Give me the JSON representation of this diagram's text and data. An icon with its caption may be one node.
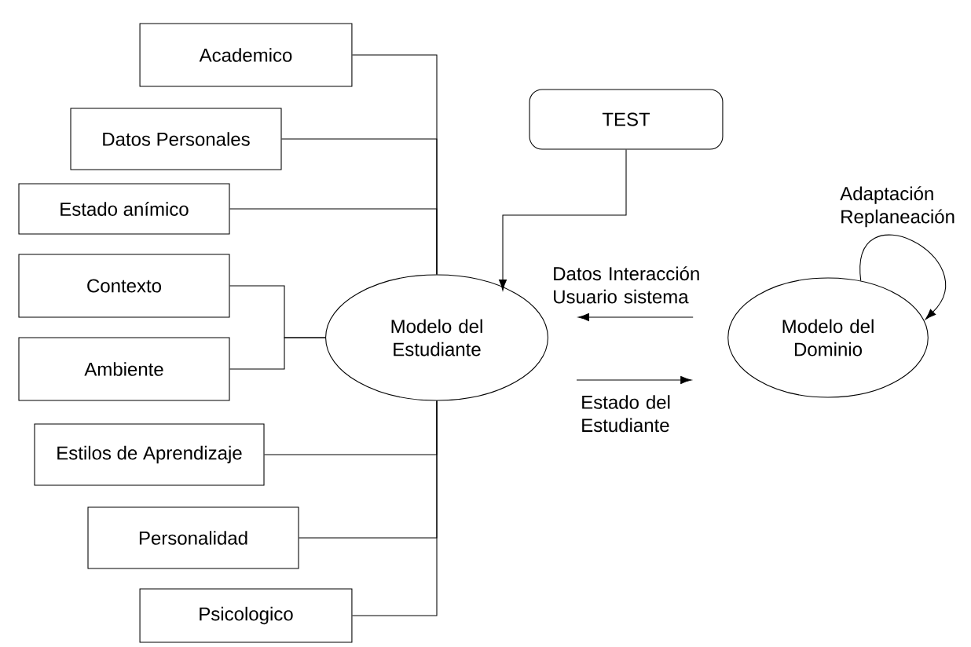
{
  "diagram": {
    "nodes": [
      {
        "text": [
          "Academico"
        ]
      },
      {
        "text": [
          "Datos Personales"
        ]
      },
      {
        "text": [
          "Estado anímico"
        ]
      },
      {
        "text": [
          "Contexto"
        ]
      },
      {
        "text": [
          "Ambiente"
        ]
      },
      {
        "text": [
          "Estilos de Aprendizaje"
        ]
      },
      {
        "text": [
          "Personalidad"
        ]
      },
      {
        "text": [
          "Psicologico"
        ]
      },
      {
        "text": [
          "Modelo del Estudiante"
        ]
      },
      {
        "text": [
          "TEST"
        ]
      },
      {
        "text": [
          "Modelo del Dominio"
        ]
      }
    ],
    "edges": [
      {
        "from": 0,
        "to": 8,
        "arrow": "none"
      },
      {
        "from": 1,
        "to": 8,
        "arrow": "none"
      },
      {
        "from": 2,
        "to": 8,
        "arrow": "none"
      },
      {
        "from": 3,
        "to": 8,
        "arrow": "none"
      },
      {
        "from": 4,
        "to": 8,
        "arrow": "none"
      },
      {
        "from": 5,
        "to": 8,
        "arrow": "none"
      },
      {
        "from": 6,
        "to": 8,
        "arrow": "none"
      },
      {
        "from": 7,
        "to": 8,
        "arrow": "none"
      },
      {
        "from": 9,
        "to": 8,
        "arrow": "to"
      },
      {
        "from": 10,
        "to": 8,
        "arrow": "to",
        "label": "Datos Interacción Usuario sistema"
      },
      {
        "from": 8,
        "to": 10,
        "arrow": "to",
        "label": "Estado del Estudiante"
      },
      {
        "from": 10,
        "to": 10,
        "arrow": "to",
        "label": "Adaptación Replaneación"
      }
    ]
  }
}
